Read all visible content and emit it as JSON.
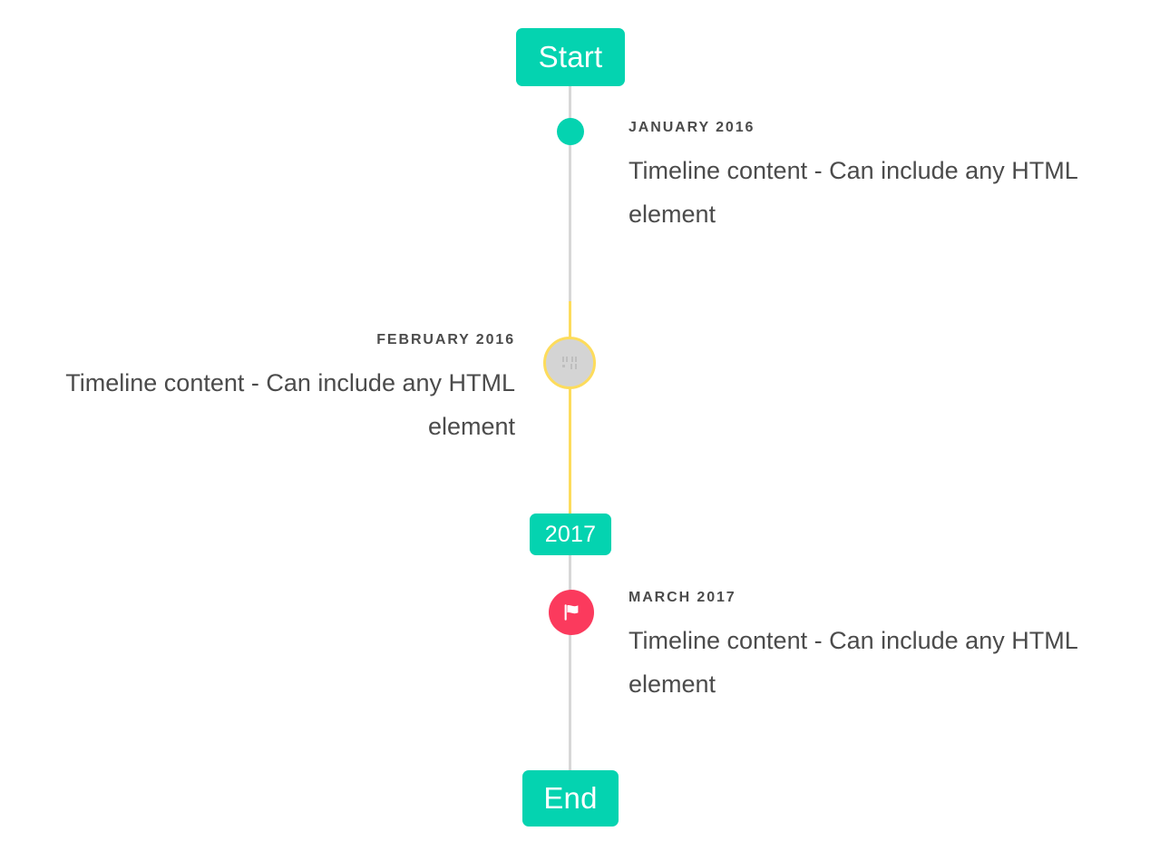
{
  "theme": {
    "accent_green": "#04d3b0",
    "accent_yellow": "#fddc5c",
    "accent_pink": "#fb3a5d",
    "line_gray": "#d7d7d7",
    "marker_gray": "#d4d4d4",
    "text_color": "#4b4b4b",
    "background": "#ffffff"
  },
  "timeline": {
    "start_label": "Start",
    "end_label": "End",
    "year_marker_label": "2017",
    "events": [
      {
        "id": "january-2016",
        "date": "JANUARY 2016",
        "body": "Timeline content - Can include any HTML element",
        "side": "right",
        "marker": "dot-icon",
        "marker_color": "#04d3b0"
      },
      {
        "id": "february-2016",
        "date": "FEBRUARY 2016",
        "body": "Timeline content - Can include any HTML element",
        "side": "left",
        "marker": "broken-image-icon",
        "marker_color": "#d4d4d4",
        "marker_ring_color": "#fddc5c"
      },
      {
        "id": "march-2017",
        "date": "MARCH 2017",
        "body": "Timeline content - Can include any HTML element",
        "side": "right",
        "marker": "flag-icon",
        "marker_color": "#fb3a5d"
      }
    ]
  }
}
